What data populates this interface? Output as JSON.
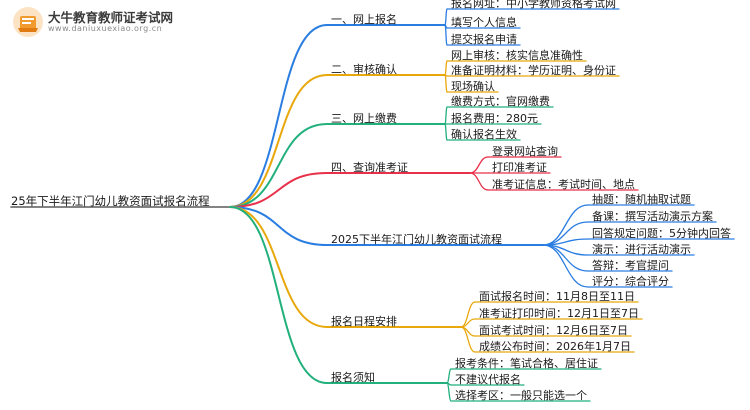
{
  "logo": {
    "title": "大牛教育教师证考试网",
    "url": "www.daniuxuexiao.org.cn"
  },
  "colors": {
    "b1": "#2a7de1",
    "b2": "#e8a80b",
    "b3": "#22b07d",
    "b4": "#e8304a",
    "b5": "#2a7de1",
    "b6": "#e8a80b",
    "b7": "#22b07d",
    "root": "#5a5a5a"
  },
  "mindmap": {
    "root": "25年下半年江门幼儿教资面试报名流程",
    "branches": [
      {
        "label": "一、网上报名",
        "children": [
          "报名网址：中小学教师资格考试网",
          "填写个人信息",
          "提交报名申请"
        ]
      },
      {
        "label": "二、审核确认",
        "children": [
          "网上审核：核实信息准确性",
          "准备证明材料：学历证明、身份证",
          "现场确认"
        ]
      },
      {
        "label": "三、网上缴费",
        "children": [
          "缴费方式：官网缴费",
          "报名费用：280元",
          "确认报名生效"
        ]
      },
      {
        "label": "四、查询准考证",
        "children": [
          "登录网站查询",
          "打印准考证",
          "准考证信息：考试时间、地点"
        ]
      },
      {
        "label": "2025下半年江门幼儿教资面试流程",
        "children": [
          "抽题：随机抽取试题",
          "备课：撰写活动演示方案",
          "回答规定问题：5分钟内回答",
          "演示：进行活动演示",
          "答辩：考官提问",
          "评分：综合评分"
        ]
      },
      {
        "label": "报名日程安排",
        "children": [
          "面试报名时间：11月8日至11日",
          "准考证打印时间：12月1日至7日",
          "面试考试时间：12月6日至7日",
          "成绩公布时间：2026年1月7日"
        ]
      },
      {
        "label": "报名须知",
        "children": [
          "报考条件：笔试合格、居住证",
          "不建议代报名",
          "选择考区：一般只能选一个"
        ]
      }
    ]
  }
}
